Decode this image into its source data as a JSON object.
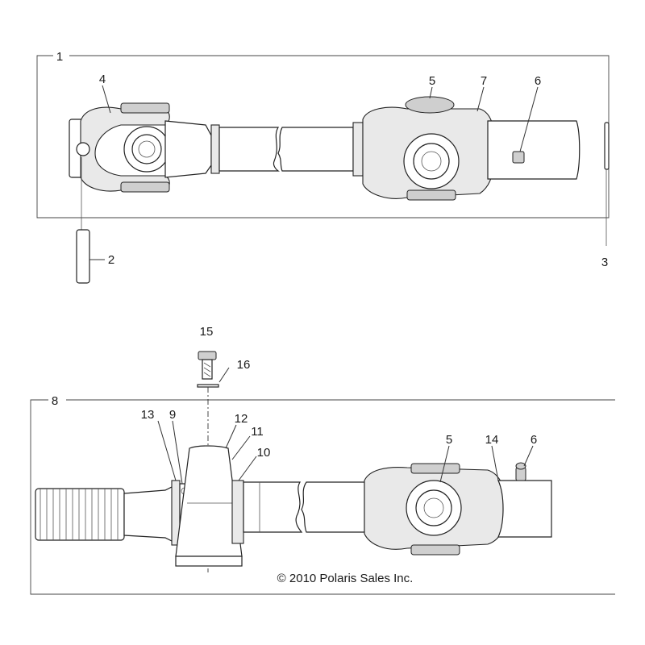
{
  "diagram": {
    "upper_assembly": {
      "callouts": [
        "1",
        "2",
        "3",
        "4",
        "5",
        "6",
        "7"
      ]
    },
    "lower_assembly": {
      "callouts": [
        "8",
        "9",
        "10",
        "11",
        "12",
        "13",
        "14",
        "5",
        "6",
        "15",
        "16"
      ]
    },
    "copyright": "© 2010 Polaris Sales Inc."
  }
}
